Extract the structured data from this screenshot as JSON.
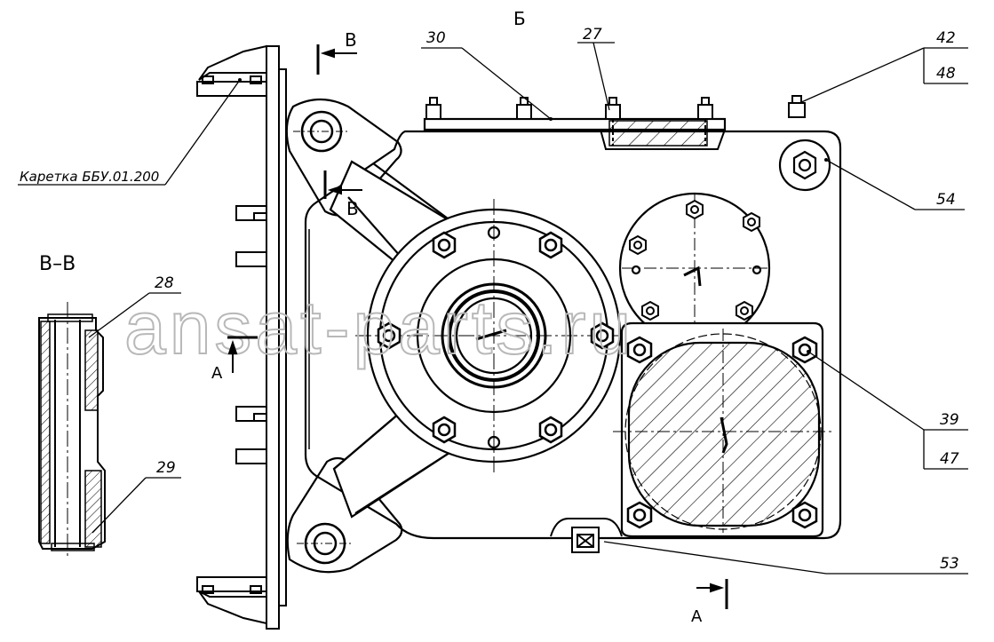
{
  "watermark": "ansat-parts.ru",
  "view_label": "Б",
  "section_label": "В–В",
  "cut_marks": {
    "B_top": "В",
    "B_mid": "В",
    "A_left": "А",
    "A_bottom": "А"
  },
  "callouts": {
    "c30": "30",
    "c27": "27",
    "c42": "42",
    "c48": "48",
    "c54": "54",
    "c39": "39",
    "c47": "47",
    "c53": "53",
    "c28": "28",
    "c29": "29",
    "carriage": "Каретка ББУ.01.200"
  },
  "colors": {
    "line": "#000000",
    "watermark": "#b8b8b8"
  }
}
